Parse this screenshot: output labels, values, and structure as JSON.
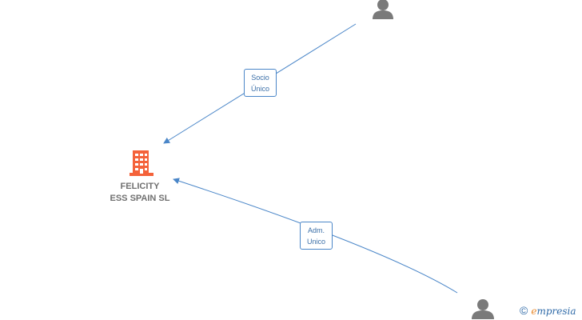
{
  "company": {
    "line1": "FELICITY",
    "line2": "ESS SPAIN  SL",
    "icon": "building-icon",
    "color": "#f4623a"
  },
  "persons": [
    {
      "icon": "person-icon"
    },
    {
      "icon": "person-icon"
    }
  ],
  "edges": [
    {
      "line1": "Socio",
      "line2": "Único"
    },
    {
      "line1": "Adm.",
      "line2": "Unico"
    }
  ],
  "watermark": {
    "copyright": "©",
    "brand_initial": "e",
    "brand_rest": "mpresia"
  },
  "colors": {
    "edge": "#4a86c8",
    "person": "#7a7a7a"
  }
}
